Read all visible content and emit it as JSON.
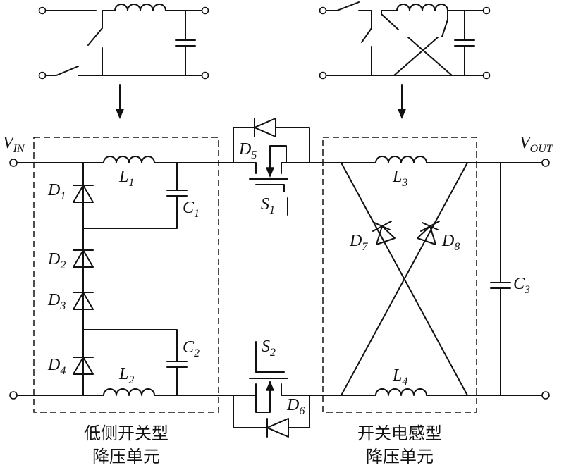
{
  "labels": {
    "vin_main": "V",
    "vin_sub": "IN",
    "vout_main": "V",
    "vout_sub": "OUT",
    "D1": "D",
    "D1_sub": "1",
    "D2": "D",
    "D2_sub": "2",
    "D3": "D",
    "D3_sub": "3",
    "D4": "D",
    "D4_sub": "4",
    "D5": "D",
    "D5_sub": "5",
    "D6": "D",
    "D6_sub": "6",
    "D7": "D",
    "D7_sub": "7",
    "D8": "D",
    "D8_sub": "8",
    "L1": "L",
    "L1_sub": "1",
    "L2": "L",
    "L2_sub": "2",
    "L3": "L",
    "L3_sub": "3",
    "L4": "L",
    "L4_sub": "4",
    "C1": "C",
    "C1_sub": "1",
    "C2": "C",
    "C2_sub": "2",
    "C3": "C",
    "C3_sub": "3",
    "S1": "S",
    "S1_sub": "1",
    "S2": "S",
    "S2_sub": "2"
  },
  "captions": {
    "left_line1": "低侧开关型",
    "left_line2": "降压单元",
    "right_line1": "开关电感型",
    "right_line2": "降压单元"
  }
}
